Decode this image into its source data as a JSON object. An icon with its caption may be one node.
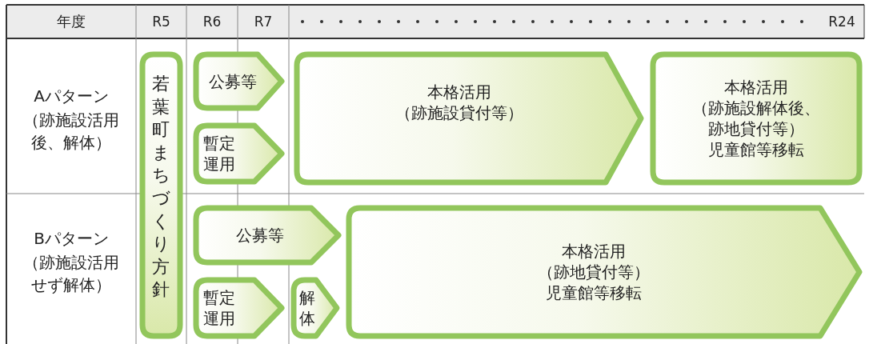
{
  "diagram": {
    "nodes": [
      {
        "text": [
          "若葉町まちづくり方針"
        ]
      },
      {
        "text": [
          "公募等"
        ]
      },
      {
        "text": [
          "暫定運用"
        ]
      },
      {
        "text": [
          "本格活用",
          "（跡施設貸付等）"
        ]
      },
      {
        "text": [
          "本格活用",
          "（跡施設解体後、跡地貸付等）",
          "児童館等移転"
        ]
      },
      {
        "text": [
          "公募等"
        ]
      },
      {
        "text": [
          "暫定運用"
        ]
      },
      {
        "text": [
          "解体"
        ]
      },
      {
        "text": [
          "本格活用",
          "（跡地貸付等）",
          "児童館等移転"
        ]
      }
    ],
    "labels": [
      "年度",
      "R5",
      "R6",
      "R7",
      "R24",
      "Aパターン",
      "（跡施設活用後、解体）",
      "Bパターン",
      "（跡施設活用せず解体）"
    ]
  }
}
